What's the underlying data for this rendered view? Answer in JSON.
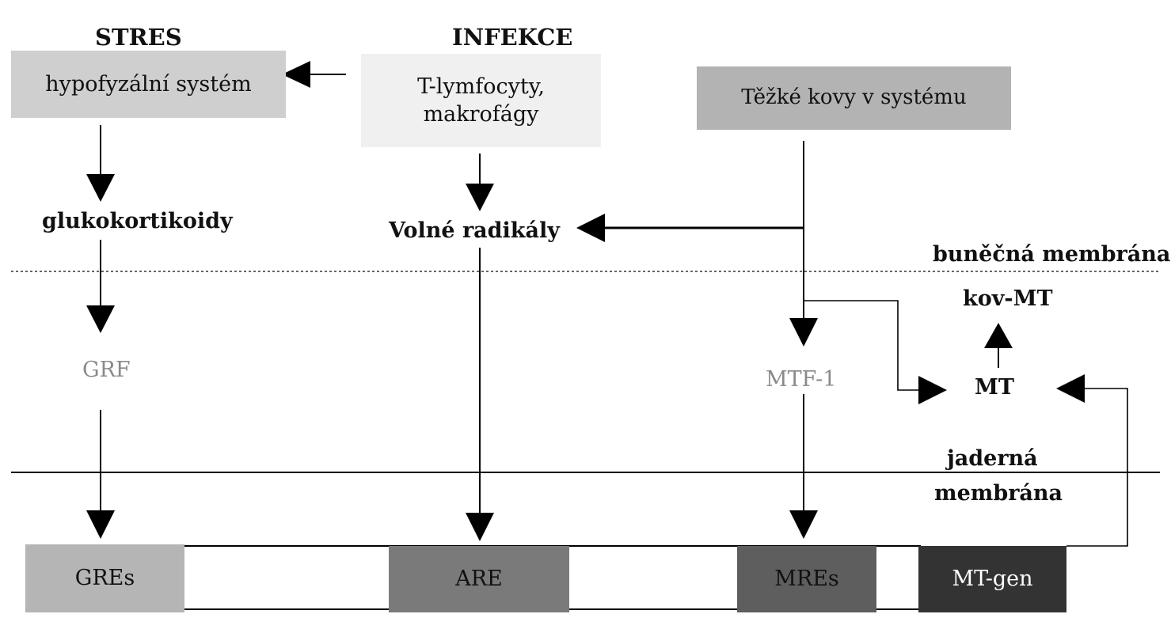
{
  "headings": {
    "stres": "STRES",
    "infekce": "INFEKCE"
  },
  "boxes": {
    "hypofyza": "hypofyzální systém",
    "lymfocyty_line1": "T-lymfocyty,",
    "lymfocyty_line2": "makrofágy",
    "tezke_kovy": "Těžké kovy v systému"
  },
  "nodes": {
    "glukokortikoidy": "glukokortikoidy",
    "volne_radikaly": "Volné radikály",
    "grf": "GRF",
    "mtf1": "MTF-1",
    "mt": "MT",
    "kov_mt": "kov-MT"
  },
  "membranes": {
    "bunecna": "buněčná membrána",
    "jaderna_line1": "jaderná",
    "jaderna_line2": "membrána"
  },
  "dna_segments": {
    "gres": "GREs",
    "are": "ARE",
    "mres": "MREs",
    "mt_gen": "MT-gen"
  },
  "colors": {
    "hypofyza_box": "#cfcfcf",
    "lymfocyty_box": "#f0f0f0",
    "tezke_kovy_box": "#b3b3b3",
    "gres_segment": "#b5b5b5",
    "are_segment": "#7a7a7a",
    "mres_segment": "#5e5e5e",
    "mt_gen_segment": "#333333",
    "gray_text": "#8a8a8a"
  }
}
